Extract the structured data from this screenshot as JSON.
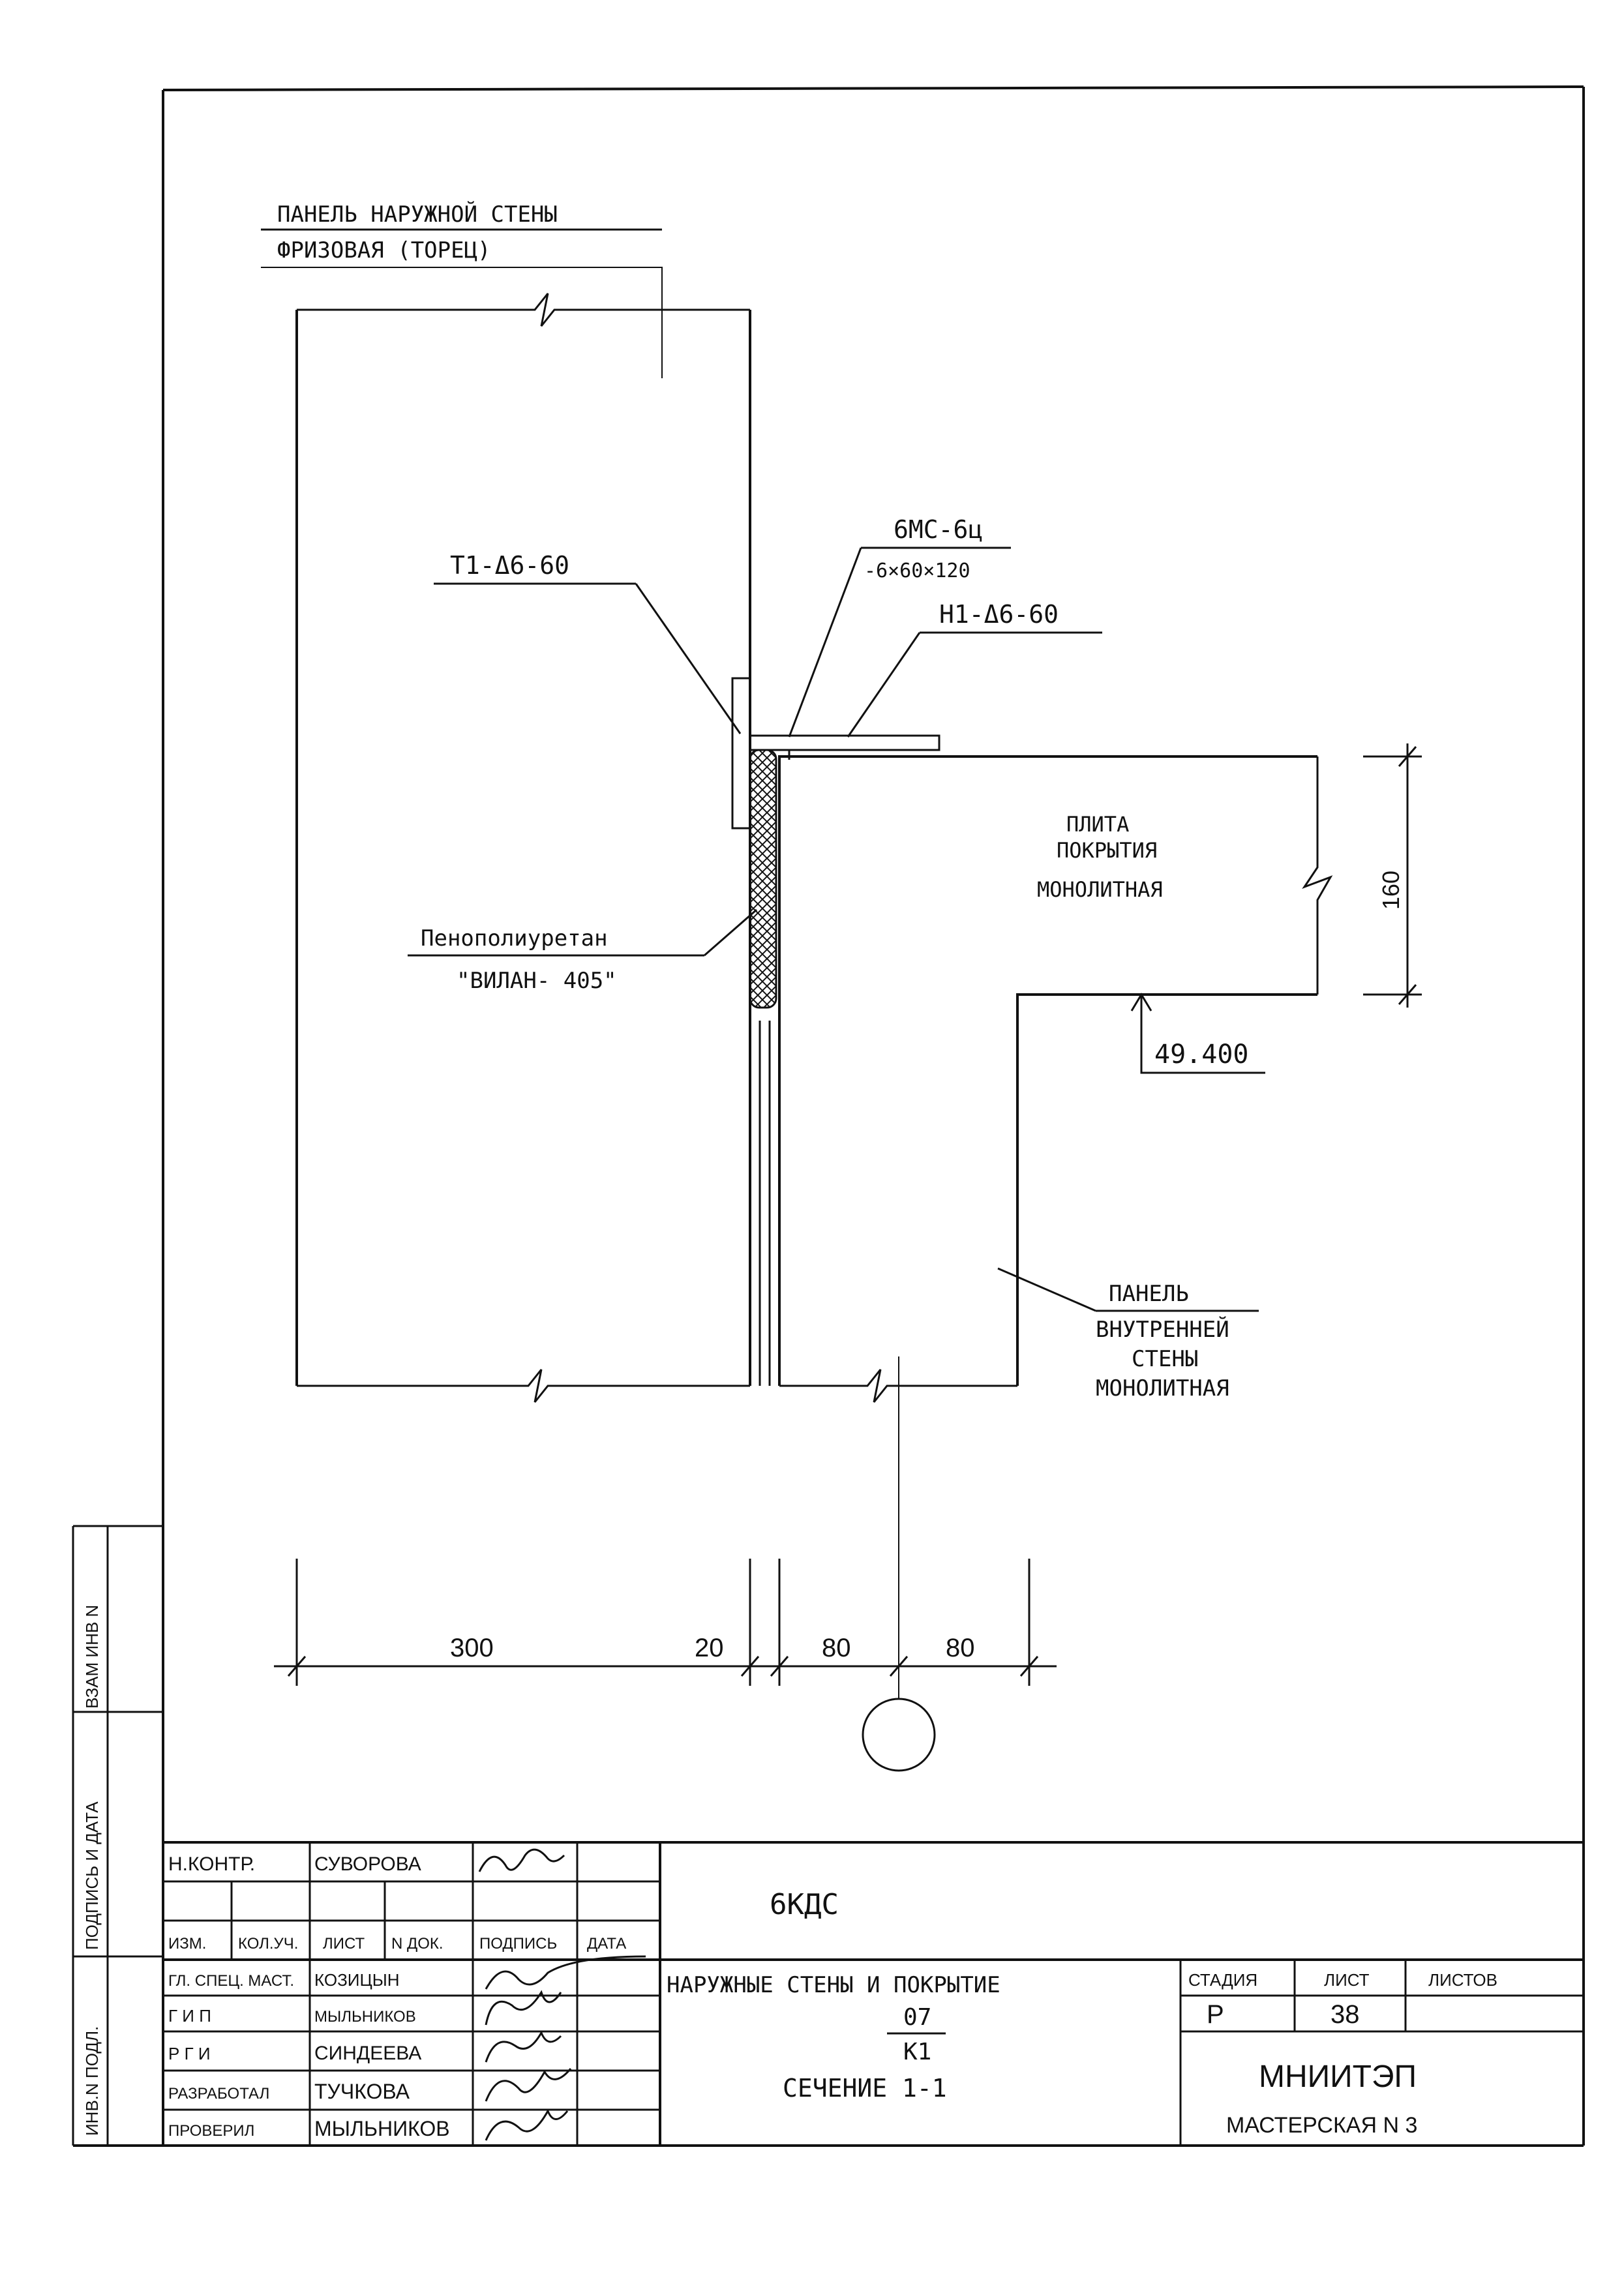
{
  "labels": {
    "outer_panel_line1": "ПАНЕЛЬ НАРУЖНОЙ СТЕНЫ",
    "outer_panel_line2": "ФРИЗОВАЯ (ТОРЕЦ)",
    "tie_t1": "Т1-Δ6-60",
    "plate_mark": "6МС-6ц",
    "plate_size": "-6×60×120",
    "tie_h1": "Н1-Δ6-60",
    "slab_line1": "ПЛИТА",
    "slab_line2": "ПОКРЫТИЯ",
    "slab_line3": "МОНОЛИТНАЯ",
    "foam_line1": "Пенополиуретан",
    "foam_line2": "\"ВИЛАН- 405\"",
    "inner_panel_line1": "ПАНЕЛЬ",
    "inner_panel_line2": "ВНУТРЕННЕЙ",
    "inner_panel_line3": "СТЕНЫ",
    "inner_panel_line4": "МОНОЛИТНАЯ"
  },
  "dimensions": {
    "slab_thickness": "160",
    "elevation": "49.400",
    "dim_300": "300",
    "dim_20": "20",
    "dim_80a": "80",
    "dim_80b": "80"
  },
  "side_stamp": {
    "vzam_inv": "ВЗАМ ИНВ N",
    "podpis_data": "ПОДПИСЬ И ДАТА",
    "inv_podl": "ИНВ.N ПОДЛ."
  },
  "title_block": {
    "code": "6КДС",
    "approvals": [
      {
        "role": "Н.КОНТР.",
        "name": "СУВОРОВА"
      },
      {
        "role": "",
        "name": ""
      },
      {
        "role": "ГЛ. СПЕЦ. МАСТ.",
        "name": "КОЗИЦЫН"
      },
      {
        "role": "Г И П",
        "name": "МЫЛЬНИКОВ"
      },
      {
        "role": "Р Г И",
        "name": "СИНДЕЕВА"
      },
      {
        "role": "РАЗРАБОТАЛ",
        "name": "ТУЧКОВА"
      },
      {
        "role": "ПРОВЕРИЛ",
        "name": "МЫЛЬНИКОВ"
      }
    ],
    "header": {
      "izm": "ИЗМ.",
      "kol_uch": "КОЛ.УЧ.",
      "list": "ЛИСТ",
      "n_dok": "N ДОК.",
      "podpis": "ПОДПИСЬ",
      "data": "ДАТА"
    },
    "doc_title": "НАРУЖНЫЕ СТЕНЫ И ПОКРЫТИЕ",
    "doc_number_top": "07",
    "doc_number_bottom": "К1",
    "section_title": "СЕЧЕНИЕ 1-1",
    "stage_label": "СТАДИЯ",
    "sheet_label": "ЛИСТ",
    "sheets_label": "ЛИСТОВ",
    "stage_value": "Р",
    "sheet_value": "38",
    "sheets_value": "",
    "organization": "МНИИТЭП",
    "workshop": "МАСТЕРСКАЯ N 3"
  }
}
